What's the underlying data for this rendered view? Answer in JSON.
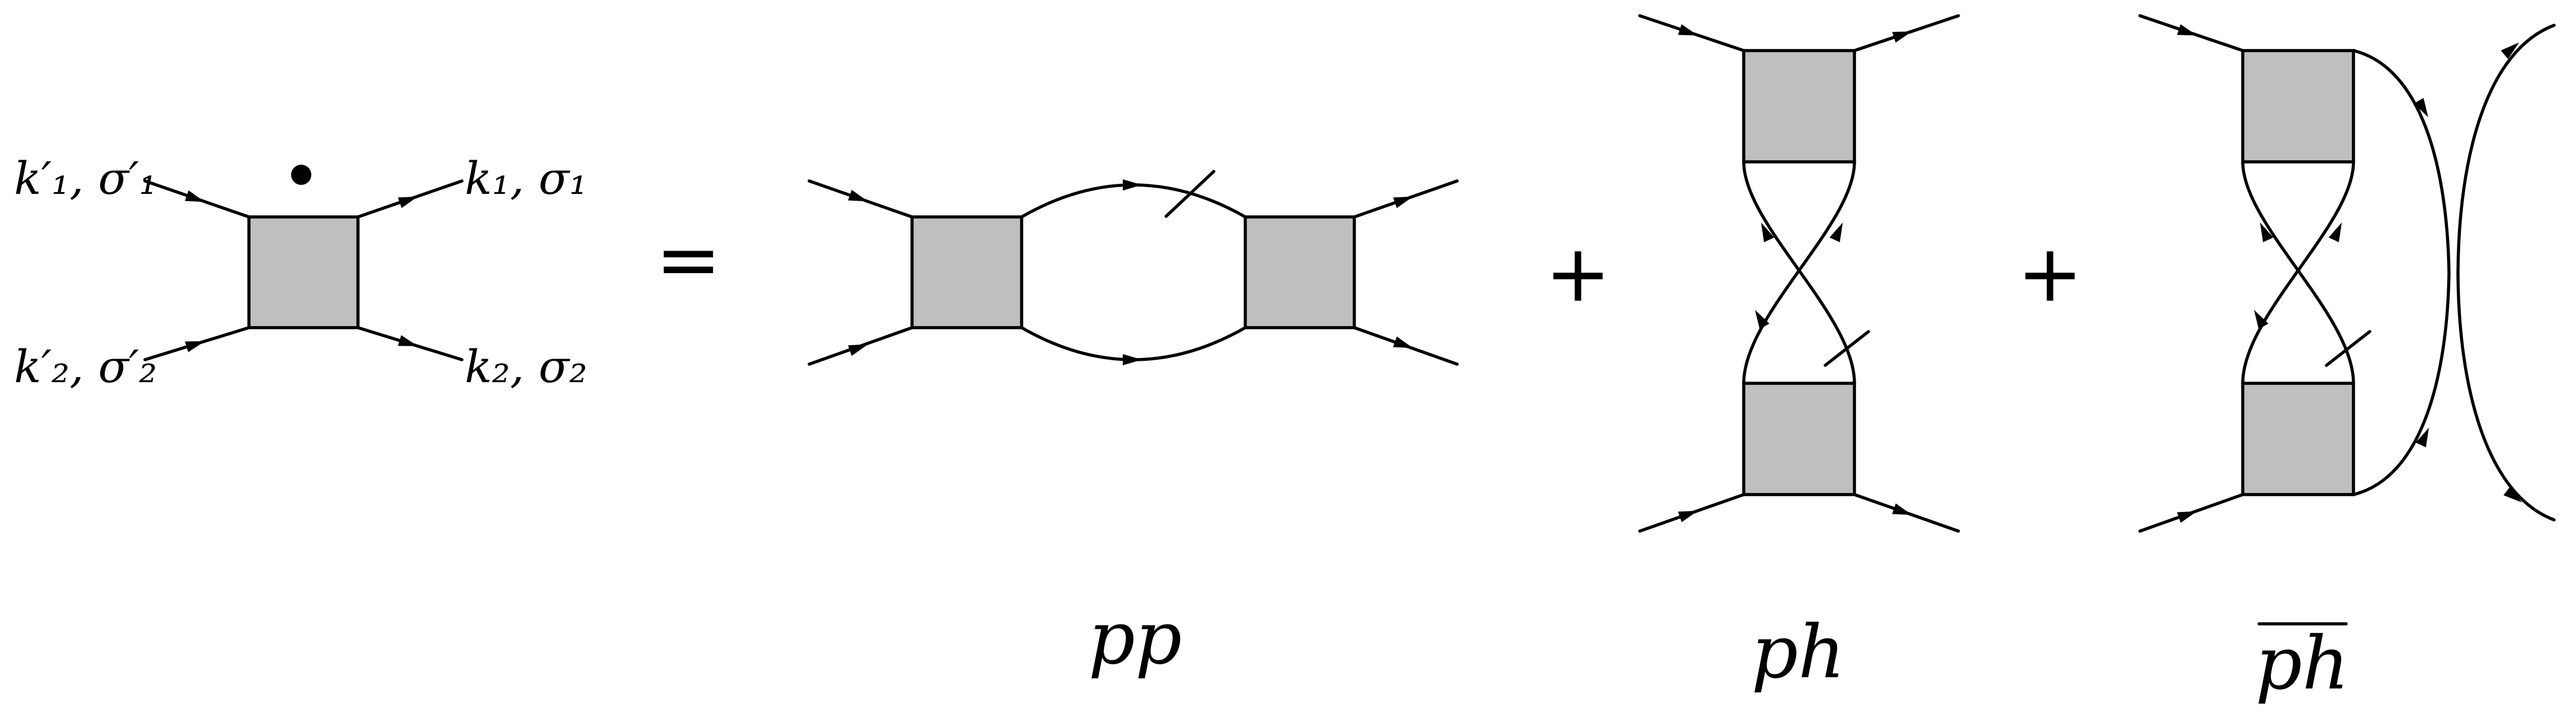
{
  "lhs": {
    "labels": {
      "top_left": "k′₁, σ′₁",
      "top_right": "k₁, σ₁",
      "bottom_left": "k′₂, σ′₂",
      "bottom_right": "k₂, σ₂"
    },
    "dot": "time-derivative dot"
  },
  "operators": {
    "equals": "=",
    "plus1": "+",
    "plus2": "+"
  },
  "channels": {
    "pp": "pp",
    "ph": "ph",
    "phbar": "ph"
  },
  "colors": {
    "vertex_fill": "#bfbfbf",
    "line": "#000000"
  }
}
